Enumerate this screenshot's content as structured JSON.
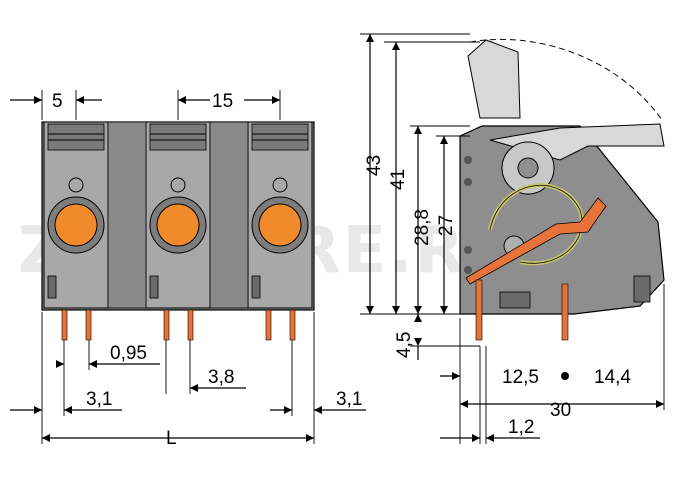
{
  "drawing": {
    "watermark": "ZIPSTORE.RU",
    "front_view": {
      "dims": {
        "pitch_top": "5",
        "pitch_module": "15",
        "pin_width": "0,95",
        "pin_spacing": "3,8",
        "edge_left": "3,1",
        "edge_right": "3,1",
        "overall": "L"
      }
    },
    "side_view": {
      "dims": {
        "h43": "43",
        "h41": "41",
        "h28": "28,8",
        "h27": "27",
        "pin45": "4,5",
        "d125": "12,5",
        "d144": "14,4",
        "d30": "30",
        "d12": "1,2"
      }
    },
    "colors": {
      "housing": "#8c8c8c",
      "housing_light": "#a6a6a6",
      "button": "#f08a2a",
      "pin": "#e8733a",
      "spring": "#c8c86a",
      "lever": "#d8d8d8"
    }
  }
}
